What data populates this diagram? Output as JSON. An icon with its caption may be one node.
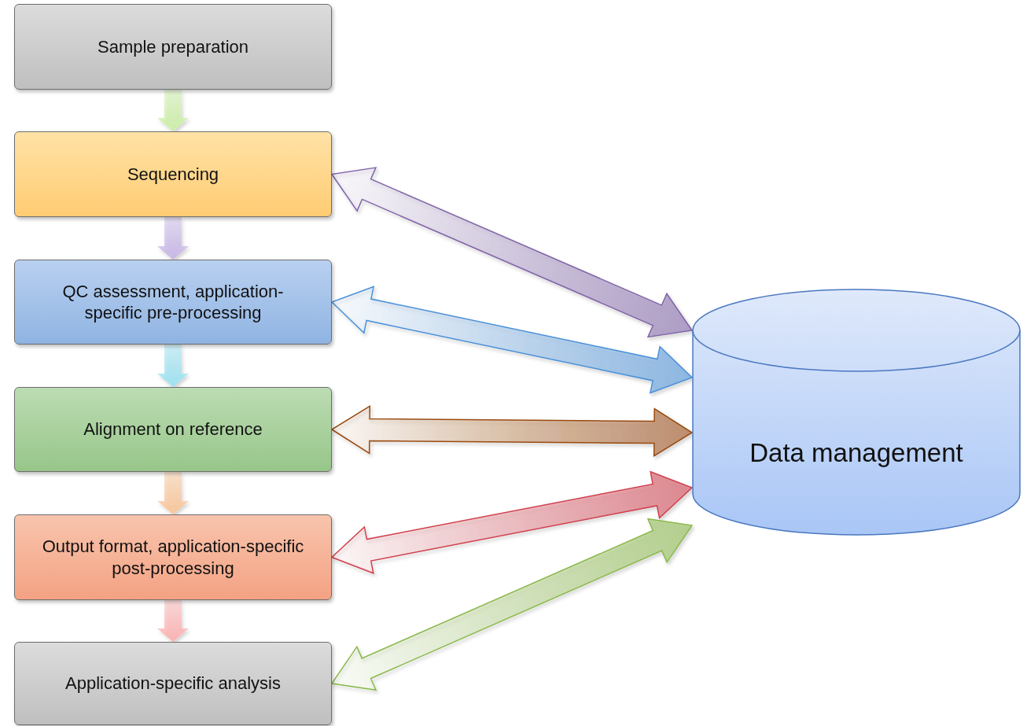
{
  "diagram": {
    "nodes": [
      {
        "text": [
          "Sample preparation"
        ]
      },
      {
        "text": [
          "Sequencing"
        ]
      },
      {
        "text": [
          "QC assessment, application-specific pre-processing"
        ]
      },
      {
        "text": [
          "Alignment on reference"
        ]
      },
      {
        "text": [
          "Output format, application-specific post-processing"
        ]
      },
      {
        "text": [
          "Application-specific analysis"
        ]
      },
      {
        "text": [
          "Data management"
        ]
      }
    ],
    "edges": [
      {
        "from": 0,
        "to": 1,
        "arrow": "to",
        "color": "#c6ef9a"
      },
      {
        "from": 1,
        "to": 2,
        "arrow": "to",
        "color": "#c2aee6"
      },
      {
        "from": 2,
        "to": 3,
        "arrow": "to",
        "color": "#8fe0f2"
      },
      {
        "from": 3,
        "to": 4,
        "arrow": "to",
        "color": "#fbbf8c"
      },
      {
        "from": 4,
        "to": 5,
        "arrow": "to",
        "color": "#ffa8a8"
      },
      {
        "from": 1,
        "to": 6,
        "arrow": "both",
        "color": "#8064a8"
      },
      {
        "from": 2,
        "to": 6,
        "arrow": "both",
        "color": "#4a90d8"
      },
      {
        "from": 3,
        "to": 6,
        "arrow": "both",
        "color": "#9a4a10"
      },
      {
        "from": 4,
        "to": 6,
        "arrow": "both",
        "color": "#d0404e"
      },
      {
        "from": 5,
        "to": 6,
        "arrow": "both",
        "color": "#8ab84a"
      }
    ]
  }
}
